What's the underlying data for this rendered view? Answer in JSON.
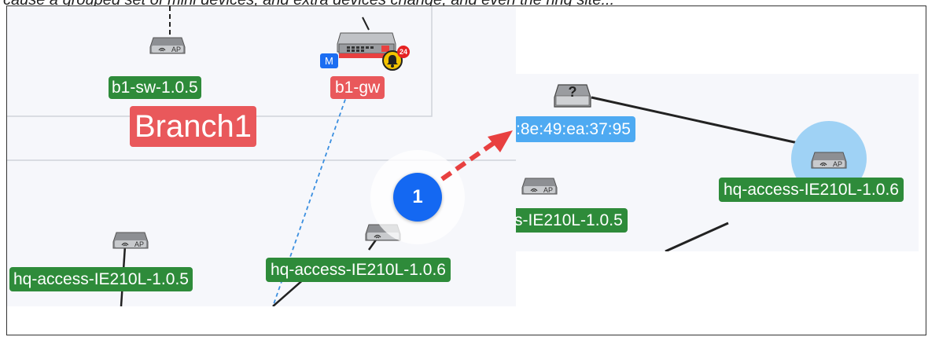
{
  "caption": "cause a grouped set of mini devices, and extra devices change, and even the ring site...",
  "left_panel": {
    "site_name": "Branch1",
    "devices": [
      {
        "label": "b1-sw-1.0.5",
        "type": "ap"
      },
      {
        "label": "b1-gw",
        "type": "gateway"
      },
      {
        "label": "hq-access-IE210L-1.0.5",
        "type": "ap"
      },
      {
        "label": "hq-access-IE210L-1.0.6",
        "type": "ap"
      }
    ],
    "gateway_role_badge": "M",
    "alert_count": "24",
    "ap_icon_text": "AP"
  },
  "step_marker": "1",
  "right_panel": {
    "unknown_icon_text": "?",
    "mac_label": ":8e:49:ea:37:95",
    "devices": [
      {
        "label": "hq-access-IE210L-1.0.6",
        "type": "ap",
        "highlighted": true
      },
      {
        "label": "s-IE210L-1.0.5",
        "type": "ap"
      }
    ],
    "ap_icon_text": "AP"
  },
  "colors": {
    "device_label": "#2e8b3a",
    "site_label": "#e9585b",
    "gateway_label": "#e9585b",
    "mac_label": "#4eaaf2",
    "step_marker": "#1468f2",
    "arrow": "#e84040",
    "highlight": "#9fd2f5"
  }
}
